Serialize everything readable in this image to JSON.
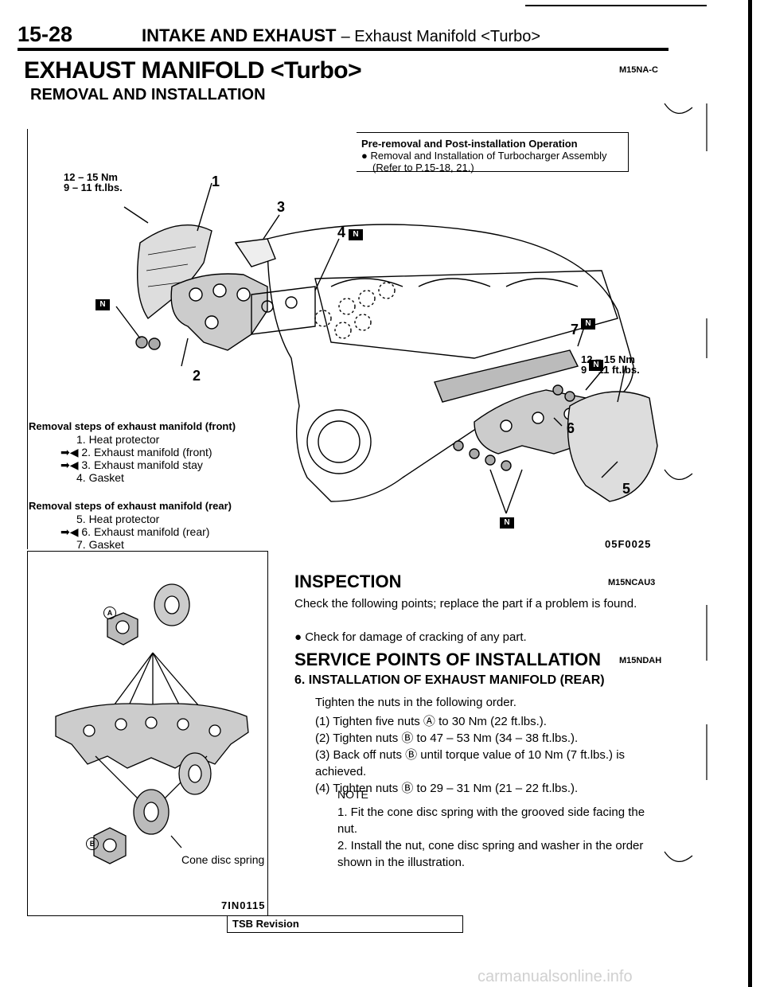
{
  "header": {
    "page_number": "15-28",
    "title": "INTAKE AND EXHAUST",
    "subtitle": "– Exhaust Manifold <Turbo>"
  },
  "page_title": "EXHAUST MANIFOLD <Turbo>",
  "page_code": "M15NA-C",
  "section_title": "REMOVAL AND INSTALLATION",
  "pre_removal": {
    "heading": "Pre-removal and Post-installation Operation",
    "item": "● Removal and Installation of Turbocharger Assembly",
    "ref": "(Refer to P.15-18, 21.)"
  },
  "diagram": {
    "torque_front_nm": "12 – 15 Nm",
    "torque_front_ft": "9 – 11 ft.lbs.",
    "torque_rear_nm": "12 – 15 Nm",
    "torque_rear_ft": "9 – 11 ft.lbs.",
    "callouts": [
      "1",
      "2",
      "3",
      "4",
      "5",
      "6",
      "7"
    ],
    "n_mark": "N",
    "figure_code": "05F0025"
  },
  "removal_front": {
    "heading": "Removal steps of exhaust manifold (front)",
    "steps": [
      "1. Heat protector",
      "➡◀ 2. Exhaust manifold (front)",
      "➡◀ 3. Exhaust manifold stay",
      "4. Gasket"
    ]
  },
  "removal_rear": {
    "heading": "Removal steps of exhaust manifold (rear)",
    "steps": [
      "5. Heat protector",
      "➡◀ 6. Exhaust manifold (rear)",
      "7. Gasket"
    ]
  },
  "inspection": {
    "title": "INSPECTION",
    "code": "M15NCAU3",
    "text": "Check the following points; replace the part if a problem is found.",
    "item": "● Check for damage of cracking of any part."
  },
  "service": {
    "title": "SERVICE POINTS OF INSTALLATION",
    "code": "M15NDAH",
    "subtitle": "6. INSTALLATION OF EXHAUST MANIFOLD (REAR)",
    "intro": "Tighten the nuts in the following order.",
    "steps": [
      "(1) Tighten five nuts Ⓐ to 30 Nm (22 ft.lbs.).",
      "(2) Tighten nuts Ⓑ to 47 – 53 Nm (34 – 38 ft.lbs.).",
      "(3) Back off nuts Ⓑ until torque value of 10 Nm (7 ft.lbs.) is achieved.",
      "(4) Tighten nuts Ⓑ to 29 – 31 Nm (21 – 22 ft.lbs.)."
    ],
    "note_label": "NOTE",
    "notes": [
      "1. Fit the cone disc spring with the grooved side facing the nut.",
      "2. Install the nut, cone disc spring and washer in the order shown in the illustration."
    ]
  },
  "lower_figure": {
    "label_a": "A",
    "label_b": "B",
    "cone_label": "Cone disc spring",
    "figure_code": "7IN0115"
  },
  "tsb": "TSB Revision",
  "watermark": "carmanualsonline.info"
}
